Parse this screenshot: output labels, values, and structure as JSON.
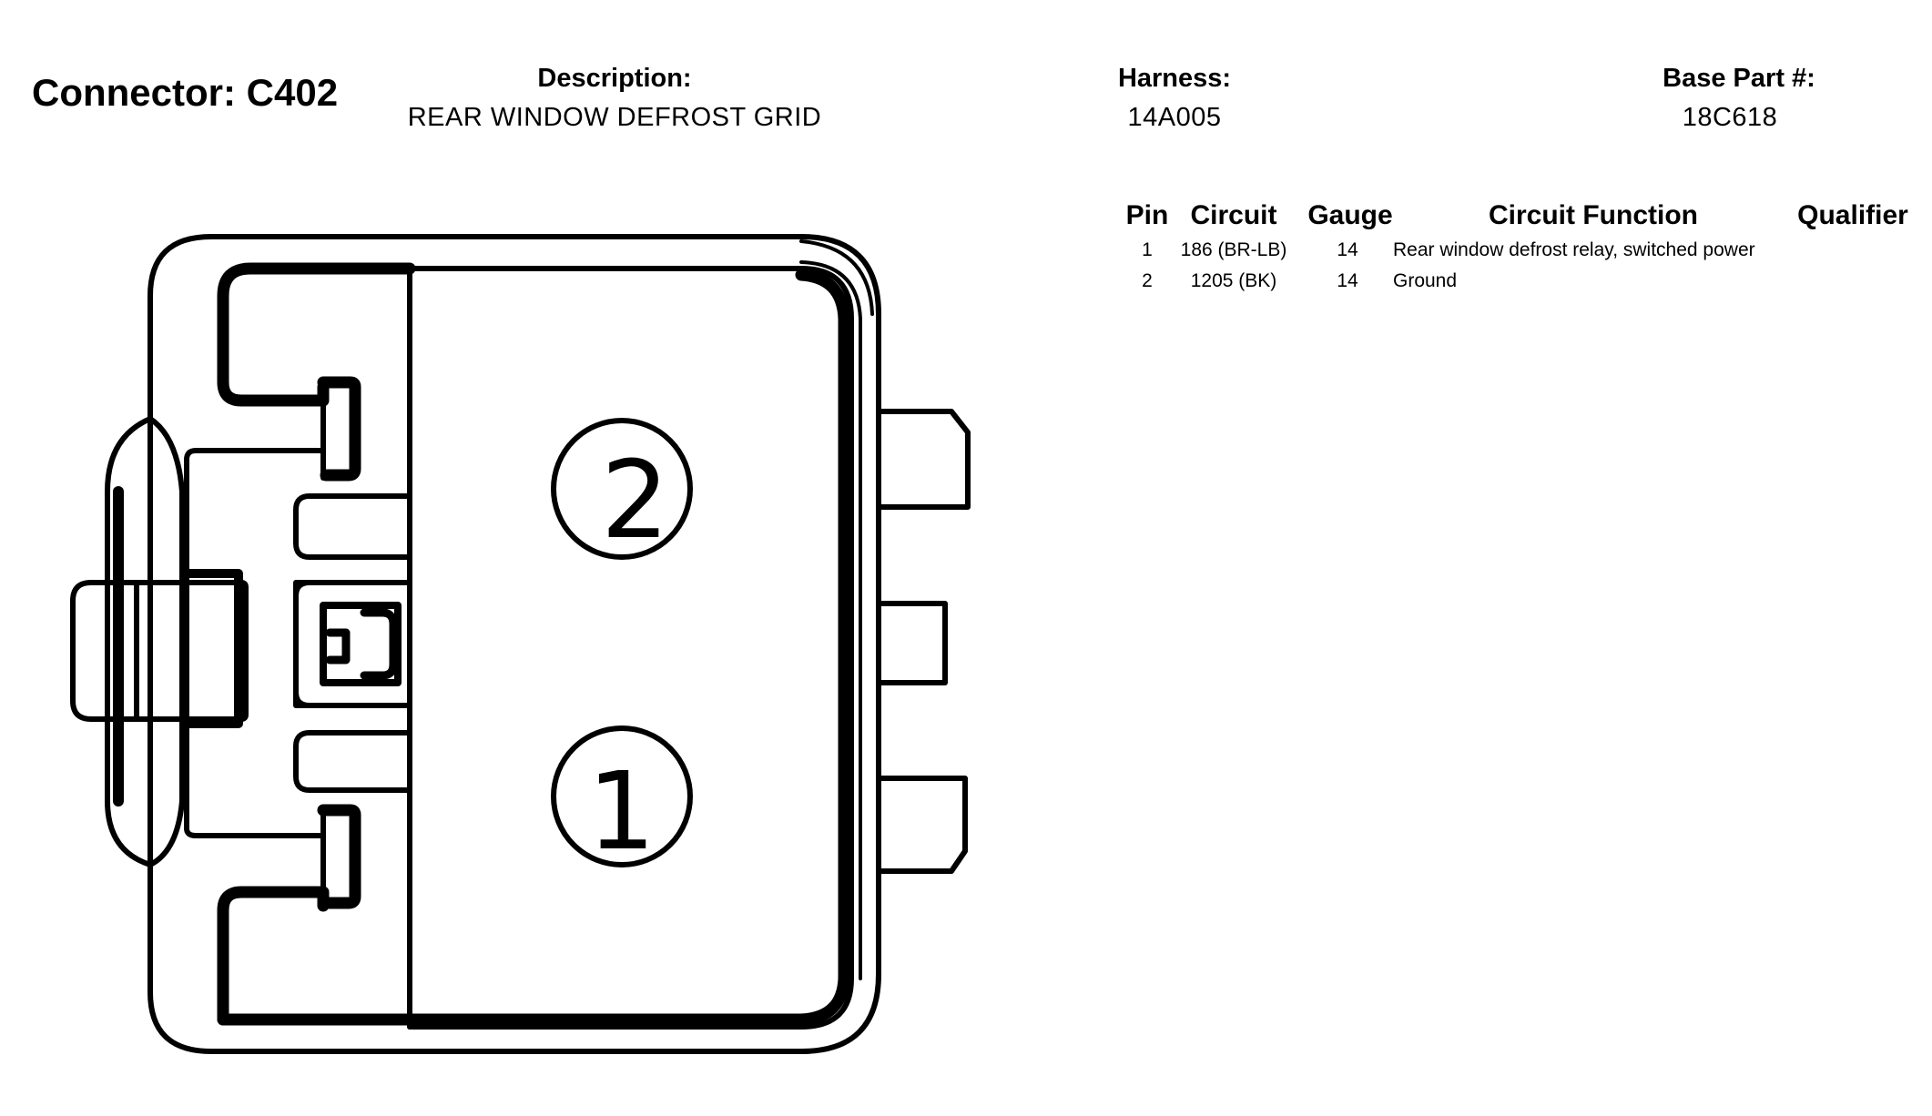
{
  "connector": {
    "title": "Connector: C402"
  },
  "header": {
    "description_label": "Description:",
    "description_value": "REAR WINDOW DEFROST GRID",
    "harness_label": "Harness:",
    "harness_value": "14A005",
    "base_part_label": "Base Part #:",
    "base_part_value": "18C618"
  },
  "table": {
    "columns": [
      "Pin",
      "Circuit",
      "Gauge",
      "Circuit Function",
      "Qualifier"
    ],
    "rows": [
      {
        "pin": "1",
        "circuit": "186 (BR-LB)",
        "gauge": "14",
        "function": "Rear window defrost relay, switched power",
        "qualifier": ""
      },
      {
        "pin": "2",
        "circuit": "1205 (BK)",
        "gauge": "14",
        "function": "Ground",
        "qualifier": ""
      }
    ]
  },
  "diagram": {
    "pin_labels": [
      "2",
      "1"
    ]
  }
}
